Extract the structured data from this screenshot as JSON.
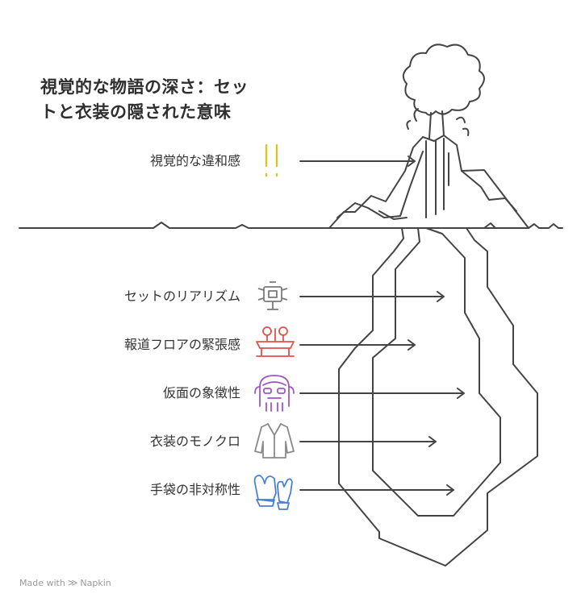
{
  "title_lines": [
    "視覚的な物語の深さ：セッ",
    "トと衣装の隠された意味"
  ],
  "surface_items": [
    {
      "label": "視覚的な違和感",
      "icon": "exclamation-icon",
      "color": "#d7c62b"
    }
  ],
  "deep_items": [
    {
      "label": "セットのリアリズム",
      "icon": "film-set-light-icon",
      "color": "#7a7a7a"
    },
    {
      "label": "報道フロアの緊張感",
      "icon": "newsroom-microphone-icon",
      "color": "#e0534a"
    },
    {
      "label": "仮面の象徴性",
      "icon": "mask-icon",
      "color": "#a155c9"
    },
    {
      "label": "衣装のモノクロ",
      "icon": "robe-icon",
      "color": "#8a8a8a"
    },
    {
      "label": "手袋の非対称性",
      "icon": "gloves-icon",
      "color": "#4a7fd6"
    }
  ],
  "footer": {
    "made_with": "Made with",
    "brand": "Napkin"
  }
}
